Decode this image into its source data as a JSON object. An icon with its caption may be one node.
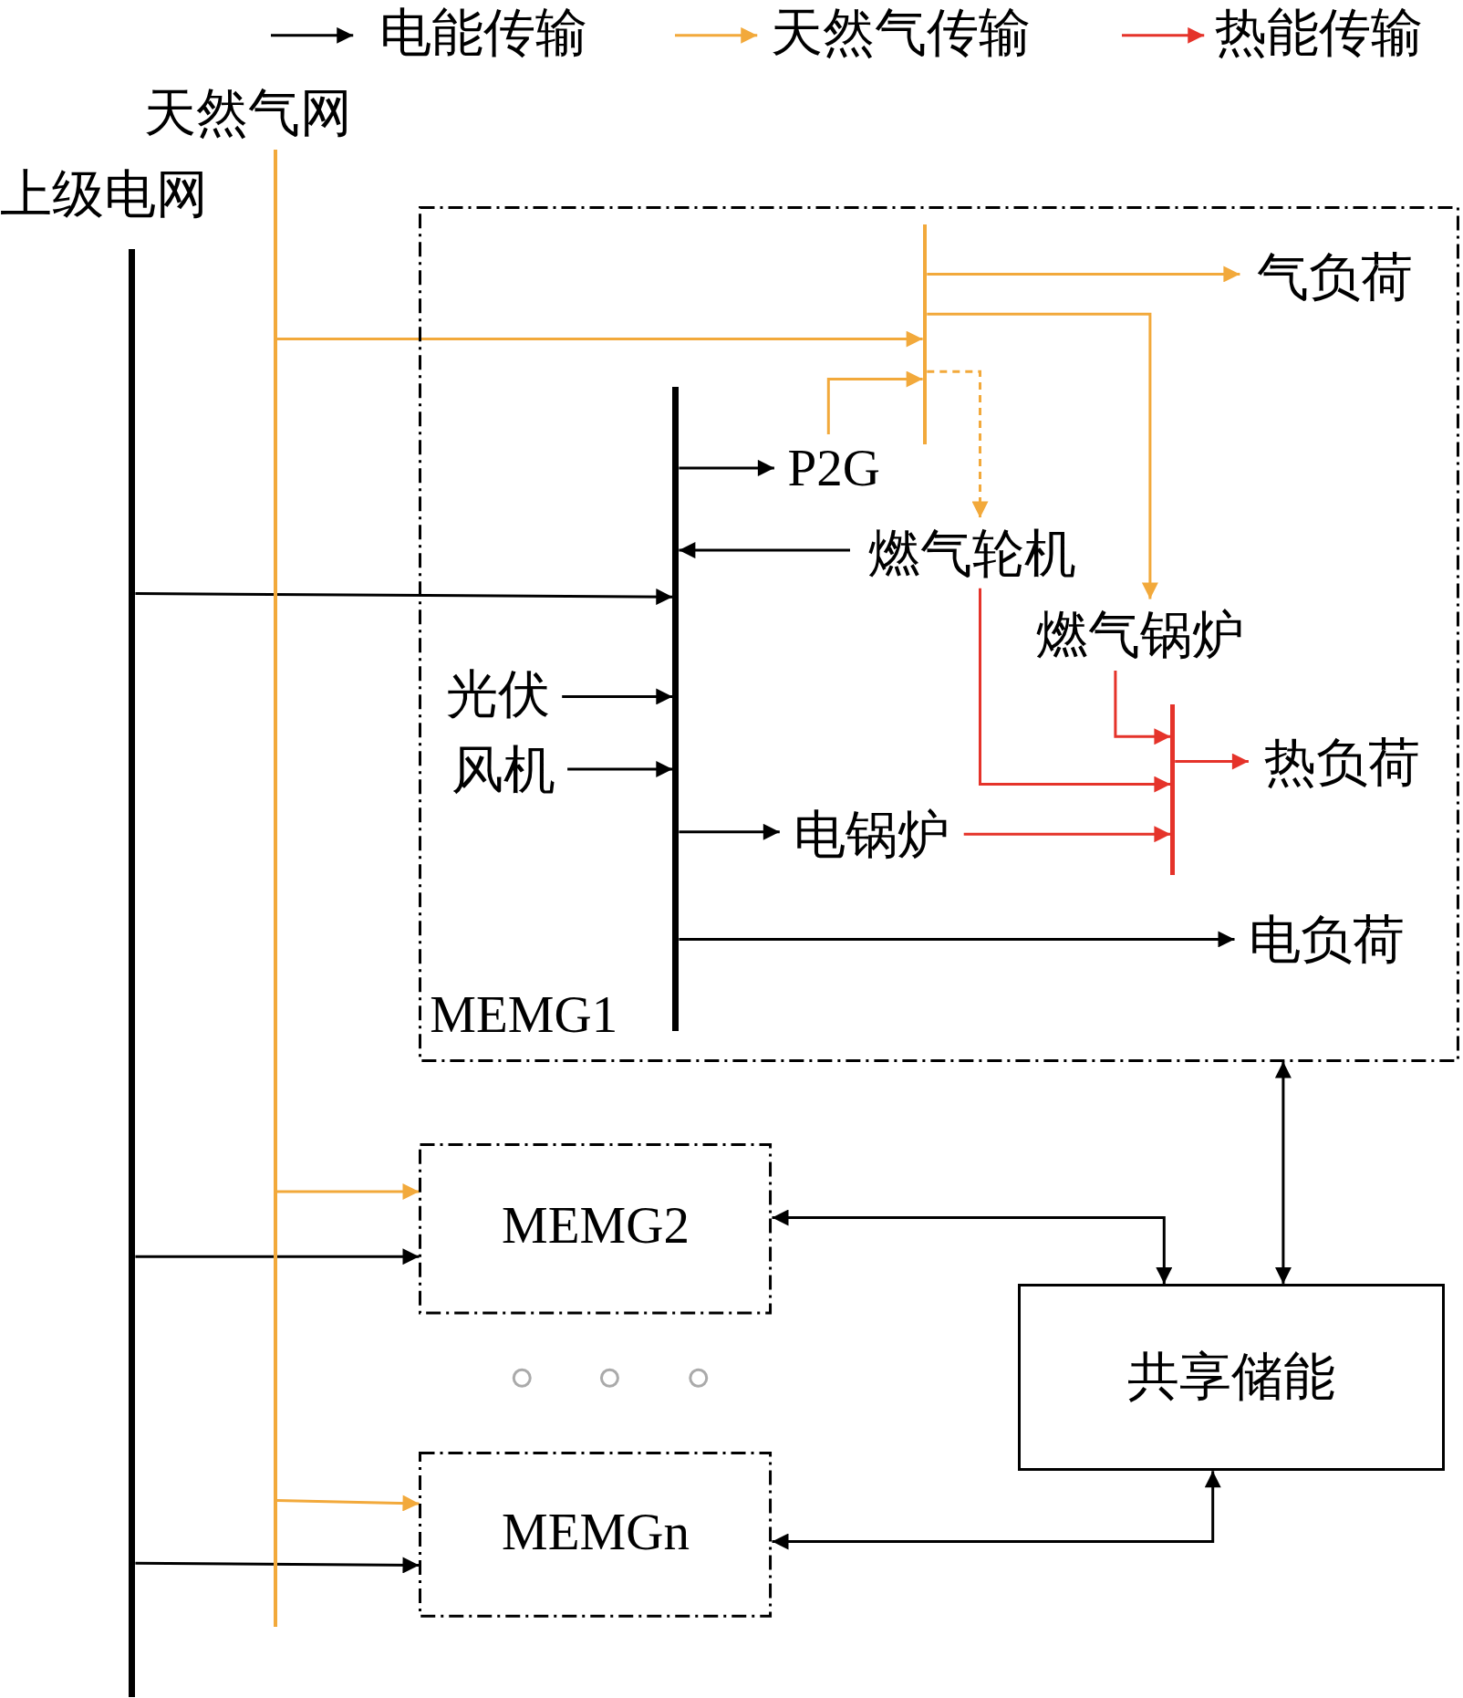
{
  "diagram": {
    "nodes": [
      {
        "text": [
          "上级电网"
        ]
      },
      {
        "text": [
          "天然气网"
        ]
      },
      {
        "text": [
          "MEMG1"
        ]
      },
      {
        "text": [],
        "shape": "bar",
        "in": 2
      },
      {
        "text": [],
        "shape": "bar",
        "in": 2
      },
      {
        "text": [
          "气负荷"
        ],
        "in": 2
      },
      {
        "text": [
          "P2G"
        ],
        "in": 2
      },
      {
        "text": [
          "燃气轮机"
        ],
        "in": 2
      },
      {
        "text": [
          "燃气锅炉"
        ],
        "in": 2
      },
      {
        "text": [
          "光伏"
        ],
        "in": 2
      },
      {
        "text": [
          "风机"
        ],
        "in": 2
      },
      {
        "text": [],
        "shape": "bar",
        "in": 2
      },
      {
        "text": [
          "热负荷"
        ],
        "in": 2
      },
      {
        "text": [
          "电锅炉"
        ],
        "in": 2
      },
      {
        "text": [
          "电负荷"
        ],
        "in": 2
      },
      {
        "text": [
          "MEMG2"
        ]
      },
      {
        "text": [
          "MEMGn"
        ]
      },
      {
        "text": [
          "共享储能"
        ]
      }
    ],
    "edges": [
      {
        "from": 0,
        "to": 3,
        "arrow": "to"
      },
      {
        "from": 1,
        "to": 4,
        "arrow": "to",
        "color": "#f2a93b"
      },
      {
        "from": 4,
        "to": 5,
        "arrow": "to",
        "color": "#f2a93b"
      },
      {
        "from": 4,
        "to": 8,
        "arrow": "to",
        "color": "#f2a93b"
      },
      {
        "from": 6,
        "to": 4,
        "arrow": "to",
        "color": "#f2a93b"
      },
      {
        "from": 4,
        "to": 7,
        "arrow": "to",
        "color": "#f2a93b",
        "style": "dashed"
      },
      {
        "from": 3,
        "to": 6,
        "arrow": "to"
      },
      {
        "from": 7,
        "to": 3,
        "arrow": "to"
      },
      {
        "from": 9,
        "to": 3,
        "arrow": "to"
      },
      {
        "from": 10,
        "to": 3,
        "arrow": "to"
      },
      {
        "from": 3,
        "to": 13,
        "arrow": "to"
      },
      {
        "from": 3,
        "to": 14,
        "arrow": "to"
      },
      {
        "from": 7,
        "to": 11,
        "arrow": "to",
        "color": "#e5332a"
      },
      {
        "from": 8,
        "to": 11,
        "arrow": "to",
        "color": "#e5332a"
      },
      {
        "from": 13,
        "to": 11,
        "arrow": "to",
        "color": "#e5332a"
      },
      {
        "from": 11,
        "to": 12,
        "arrow": "to",
        "color": "#e5332a"
      },
      {
        "from": 1,
        "to": 15,
        "arrow": "to",
        "color": "#f2a93b"
      },
      {
        "from": 0,
        "to": 15,
        "arrow": "to"
      },
      {
        "from": 1,
        "to": 16,
        "arrow": "to",
        "color": "#f2a93b"
      },
      {
        "from": 0,
        "to": 16,
        "arrow": "to"
      },
      {
        "from": 2,
        "to": 17,
        "arrow": "both"
      },
      {
        "from": 15,
        "to": 17,
        "arrow": "both"
      },
      {
        "from": 16,
        "to": 17,
        "arrow": "both"
      }
    ],
    "legend": [
      {
        "text": "电能传输",
        "color": "#000000"
      },
      {
        "text": "天然气传输",
        "color": "#f2a93b"
      },
      {
        "text": "热能传输",
        "color": "#e5332a"
      }
    ]
  }
}
